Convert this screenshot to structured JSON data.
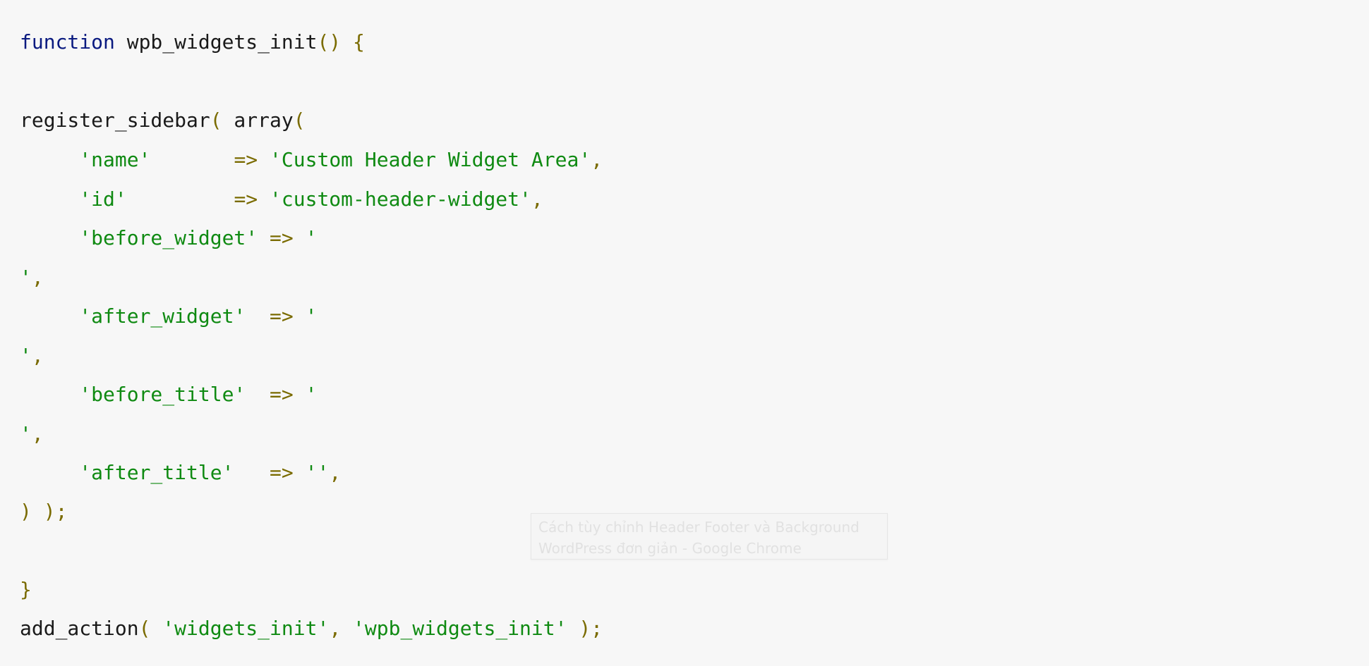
{
  "code": {
    "l1": {
      "kw": "function",
      "name": " wpb_widgets_init",
      "paren": "() {"
    },
    "l3": {
      "fn": "register_sidebar",
      "p1": "(",
      "arr": " array",
      "p2": "("
    },
    "l4": {
      "key": "     'name'",
      "sp": "       ",
      "op": "=>",
      "val": " 'Custom Header Widget Area'",
      "end": ","
    },
    "l5": {
      "key": "     'id'",
      "sp": "         ",
      "op": "=>",
      "val": " 'custom-header-widget'",
      "end": ","
    },
    "l6": {
      "key": "     'before_widget'",
      "sp": " ",
      "op": "=>",
      "val": " '"
    },
    "l7": {
      "val": "'",
      "end": ","
    },
    "l8": {
      "key": "     'after_widget'",
      "sp": "  ",
      "op": "=>",
      "val": " '"
    },
    "l9": {
      "val": "'",
      "end": ","
    },
    "l10": {
      "key": "     'before_title'",
      "sp": "  ",
      "op": "=>",
      "val": " '"
    },
    "l11": {
      "val": "'",
      "end": ","
    },
    "l12": {
      "key": "     'after_title'",
      "sp": "   ",
      "op": "=>",
      "val": " ''",
      "end": ","
    },
    "l13": {
      "close": ") );"
    },
    "l15": {
      "brace": "}"
    },
    "l16": {
      "fn": "add_action",
      "p1": "(",
      "a1": " 'widgets_init'",
      "comma": ",",
      "a2": " 'wpb_widgets_init'",
      "p2": " );"
    }
  },
  "tooltip": {
    "line1": "Cách tùy chỉnh Header Footer và Background",
    "line2": "WordPress đơn giản - Google Chrome"
  },
  "colors": {
    "background": "#f7f7f7",
    "keyword": "#0a1a80",
    "string": "#0f8a12",
    "punctuation": "#7a6b00",
    "text": "#1a1a1a"
  }
}
